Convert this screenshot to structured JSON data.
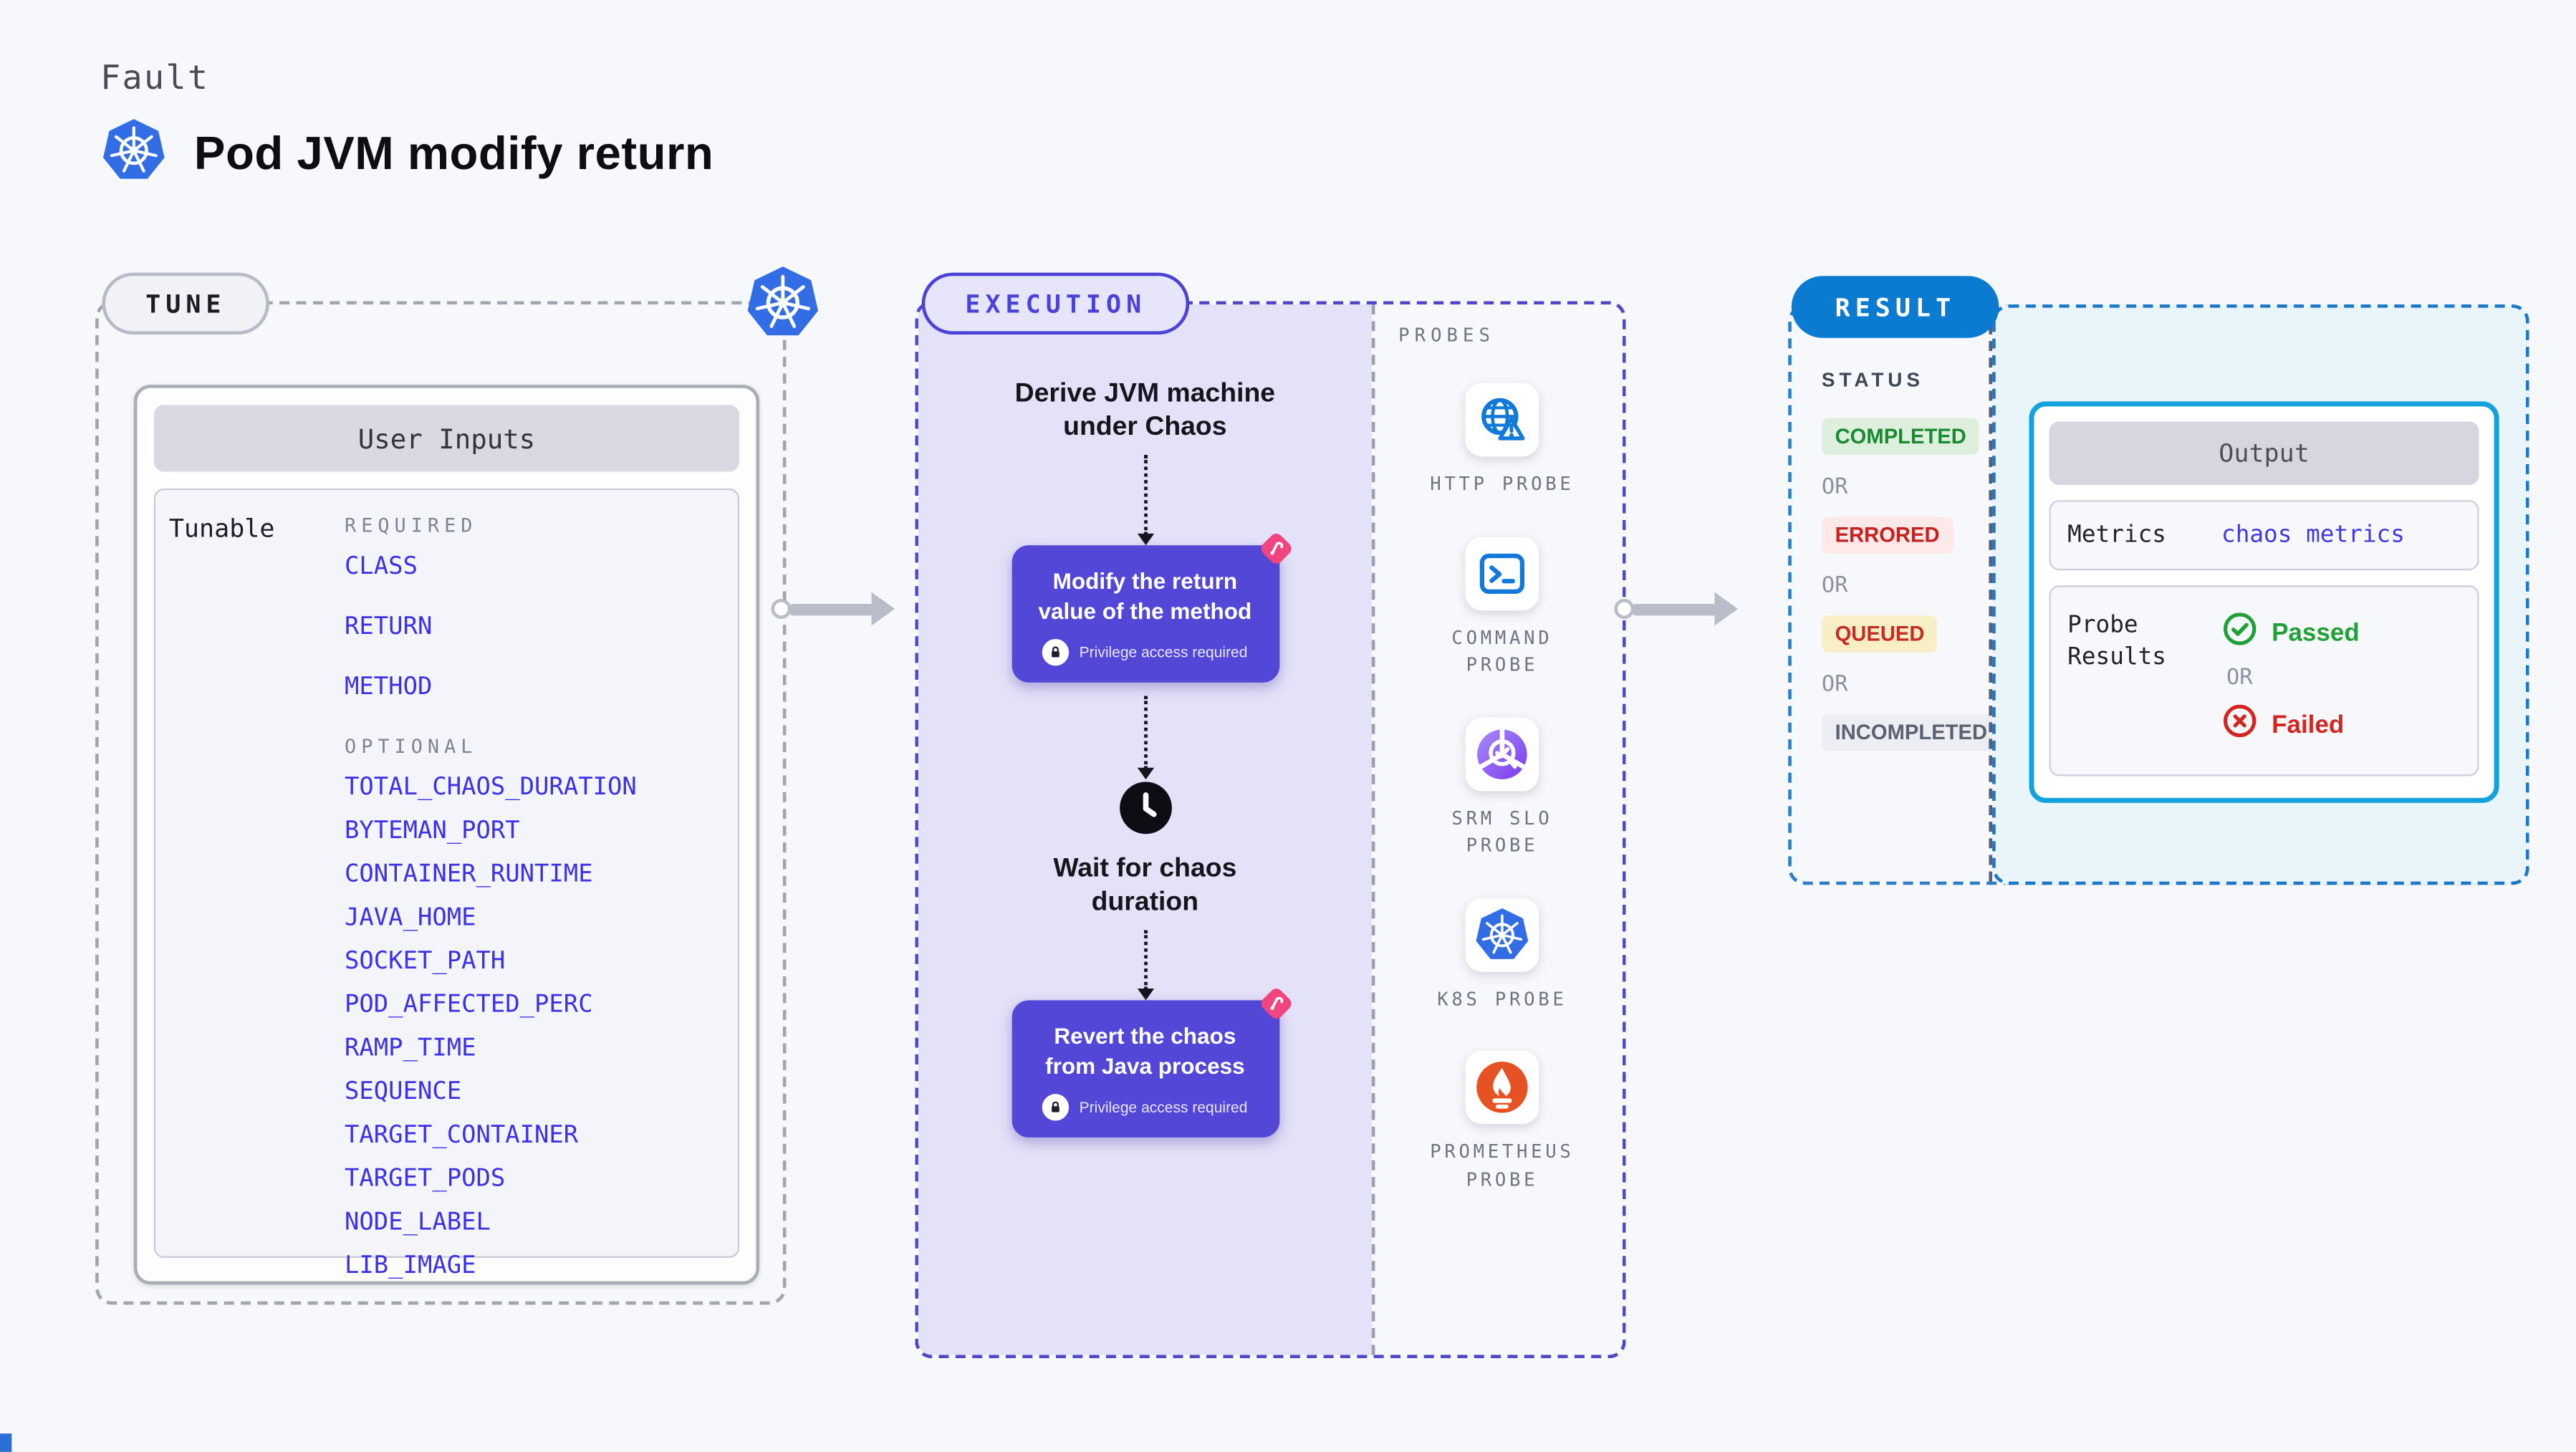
{
  "header": {
    "eyebrow": "Fault",
    "title": "Pod JVM modify return"
  },
  "tune": {
    "badge": "TUNE",
    "table_title": "User Inputs",
    "row_label": "Tunable",
    "required_label": "REQUIRED",
    "required_items": [
      "CLASS",
      "RETURN",
      "METHOD"
    ],
    "optional_label": "OPTIONAL",
    "optional_items": [
      "TOTAL_CHAOS_DURATION",
      "BYTEMAN_PORT",
      "CONTAINER_RUNTIME",
      "JAVA_HOME",
      "SOCKET_PATH",
      "POD_AFFECTED_PERC",
      "RAMP_TIME",
      "SEQUENCE",
      "TARGET_CONTAINER",
      "TARGET_PODS",
      "NODE_LABEL",
      "LIB_IMAGE"
    ]
  },
  "execution": {
    "badge": "EXECUTION",
    "steps": [
      {
        "type": "text",
        "label": "Derive JVM machine under Chaos"
      },
      {
        "type": "box",
        "label": "Modify the return value of the method",
        "note": "Privilege access required"
      },
      {
        "type": "clock",
        "label": "Wait for chaos duration"
      },
      {
        "type": "box",
        "label": "Revert the chaos from Java process",
        "note": "Privilege access required"
      }
    ]
  },
  "probes": {
    "label": "PROBES",
    "items": [
      {
        "label": "HTTP PROBE",
        "icon": "globe-alert-icon"
      },
      {
        "label": "COMMAND PROBE",
        "icon": "terminal-icon"
      },
      {
        "label": "SRM SLO PROBE",
        "icon": "slo-gauge-icon"
      },
      {
        "label": "K8S PROBE",
        "icon": "kubernetes-icon"
      },
      {
        "label": "PROMETHEUS PROBE",
        "icon": "prometheus-flame-icon"
      }
    ]
  },
  "result": {
    "badge": "RESULT",
    "status_label": "STATUS",
    "or_label": "OR",
    "statuses": [
      {
        "label": "COMPLETED",
        "kind": "completed"
      },
      {
        "label": "ERRORED",
        "kind": "errored"
      },
      {
        "label": "QUEUED",
        "kind": "queued"
      },
      {
        "label": "INCOMPLETED",
        "kind": "incompleted"
      }
    ],
    "output": {
      "title": "Output",
      "metrics_label": "Metrics",
      "metrics_value": "chaos metrics",
      "probe_results_label": "Probe Results",
      "passed_label": "Passed",
      "failed_label": "Failed",
      "or_label": "OR"
    }
  },
  "colors": {
    "kubernetes_blue": "#326de6",
    "accent_indigo": "#4b42d8",
    "step_box_indigo": "#5247d6",
    "execution_bg": "#e4e2f8",
    "chaos_pink": "#f0457f",
    "probe_icon_blue": "#1179d8",
    "srm_purple": "#7c3aed",
    "prometheus_orange": "#e75225",
    "result_blue": "#0b7ad1",
    "output_border_cyan": "#12a3dd",
    "output_bg_cyan": "#e9f5fb",
    "passed_green": "#21a038",
    "failed_red": "#d42621",
    "completed_fg": "#188a2f",
    "completed_bg": "#def0dd",
    "errored_fg": "#c6201f",
    "errored_bg": "#fce9e8",
    "queued_fg": "#c62b24",
    "queued_bg": "#f9efc6",
    "incompleted_fg": "#5a6170",
    "incompleted_bg": "#eceef4"
  }
}
